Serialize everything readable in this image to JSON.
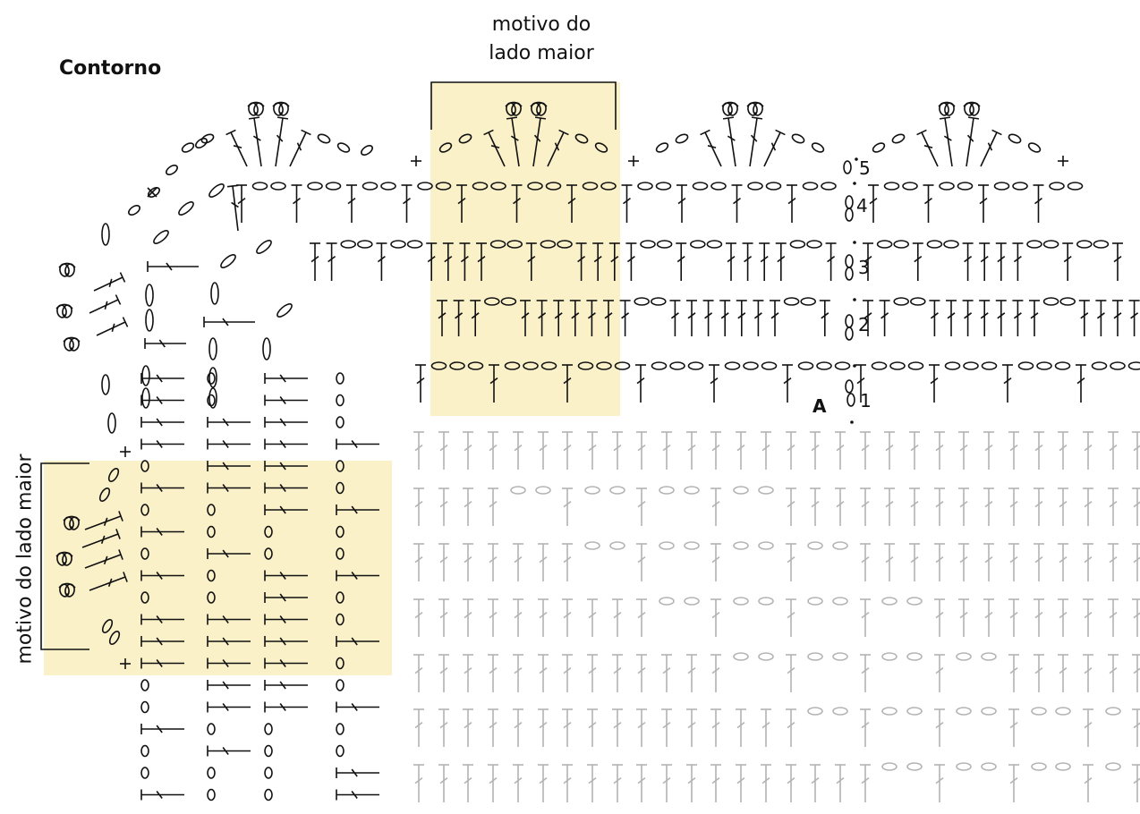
{
  "title": "Contorno",
  "top_motif_label_line1": "motivo do",
  "top_motif_label_line2": "lado maior",
  "side_motif_label": "motivo do lado maior",
  "marker_label": "A",
  "row_numbers": [
    "1",
    "2",
    "3",
    "4",
    "5"
  ],
  "colors": {
    "highlight": "#fbf1c9",
    "ink": "#111111",
    "grey_stitches": "#b3b3b3"
  },
  "symbols": {
    "chain": "oval",
    "single_crochet": "plus / cross",
    "double_crochet": "T-stitch with bar",
    "cluster": "puff-cluster"
  }
}
